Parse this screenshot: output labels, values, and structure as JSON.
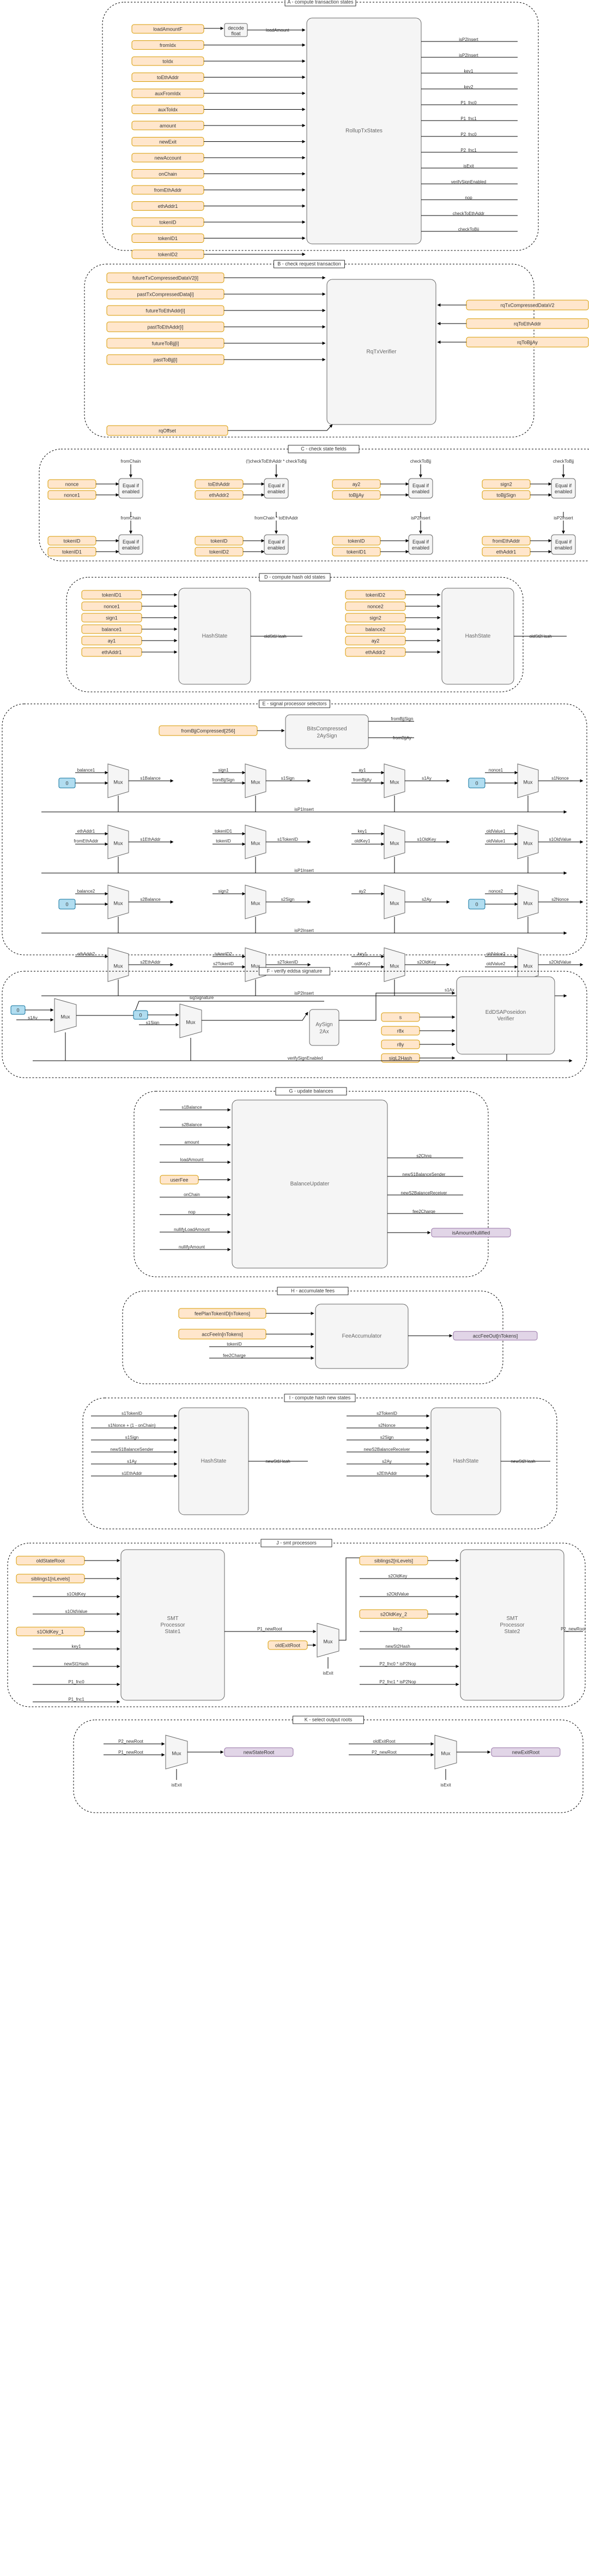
{
  "sections": {
    "A": "A - compute transaction states",
    "B": "B - check request transaction",
    "C": "C - check state fields",
    "D": "D - compute hash old states",
    "E": "E - signal processor selectors",
    "F": "F - verify eddsa signature",
    "G": "G - update balances",
    "H": "H - accumulate fees",
    "I": "I - compute hash new states",
    "J": "J - smt processors",
    "K": "K - select output roots"
  },
  "A": {
    "inputs": [
      "loadAmountF",
      "fromIdx",
      "toIdx",
      "toEthAddr",
      "auxFromIdx",
      "auxToIdx",
      "amount",
      "newExit",
      "newAccount",
      "onChain",
      "fromEthAddr",
      "ethAddr1",
      "tokenID",
      "tokenID1",
      "tokenID2"
    ],
    "decode": "decode float",
    "load_amount_label": "loadAmount",
    "block": "RollupTxStates",
    "outputs": [
      "isP2Insert",
      "isP2Insert",
      "key1",
      "key2",
      "P1_fnc0",
      "P1_fnc1",
      "P2_fnc0",
      "P2_fnc1",
      "isExit",
      "verifySignEnabled",
      "nop",
      "checkToEthAddr",
      "checkToBjj"
    ]
  },
  "B": {
    "inputs_left": [
      "futureTxCompressedDataV2[i]",
      "pastTxCompressedData[i]",
      "futureToEthAddr[i]",
      "pastToEthAddr[i]",
      "futureToBjj[i]",
      "pastToBjj[i]"
    ],
    "inputs_right": [
      "rqTxCompressedDataV2",
      "rqToEthAddr",
      "rqToBjjAy"
    ],
    "block": "RqTxVerifier",
    "rq_offset": "rqOffset"
  },
  "C": {
    "top_labels": [
      "fromChain",
      "(!)checkToEthAddr * checkToBjj",
      "checkToBjj",
      "checkToBjj"
    ],
    "mid_labels": [
      "fromChain",
      "fromChain * toEthAddr",
      "isP2Insert",
      "isP2Insert"
    ],
    "pairs_top": [
      [
        "nonce",
        "nonce1"
      ],
      [
        "toEthAddr",
        "ethAddr2"
      ],
      [
        "ay2",
        "toBjjAy"
      ],
      [
        "sign2",
        "toBjjSign"
      ]
    ],
    "pairs_bottom": [
      [
        "tokenID",
        "tokenID1"
      ],
      [
        "tokenID",
        "tokenID2"
      ],
      [
        "tokenID",
        "tokenID1"
      ],
      [
        "fromEthAddr",
        "ethAddr1"
      ]
    ],
    "block": "Equal if enabled"
  },
  "D": {
    "left_inputs": [
      "tokenID1",
      "nonce1",
      "sign1",
      "balance1",
      "ay1",
      "ethAddr1"
    ],
    "right_inputs": [
      "tokenID2",
      "nonce2",
      "sign2",
      "balance2",
      "ay2",
      "ethAddr2"
    ],
    "block": "HashState",
    "left_out": "oldSt1Hash",
    "right_out": "oldSt2Hash"
  },
  "E": {
    "input_box": "fromBjjCompressed[256]",
    "block": "BitsCompressed 2AySign",
    "block_out_top": "fromBjjSign",
    "block_out_bottom": "fromBjjAy",
    "mux": "Mux",
    "const0": "0",
    "rows": [
      [
        [
          "balance1",
          "s1Balance"
        ],
        [
          "sign1",
          "fromBjjSign",
          "s1Sign"
        ],
        [
          "ay1",
          "fromBjjAy",
          "s1Ay"
        ],
        [
          "nonce1",
          "s1Nonce"
        ]
      ],
      [
        [
          "ethAddr1",
          "fromEthAddr",
          "s1EthAddr"
        ],
        [
          "tokenID1",
          "tokenID",
          "s1TokenID"
        ],
        [
          "key1",
          "oldKey1",
          "s1OldKey"
        ],
        [
          "oldValue1",
          "oldValue1",
          "s1OldValue"
        ]
      ],
      [
        [
          "balance2",
          "s2Balance"
        ],
        [
          "sign2",
          "s2Sign"
        ],
        [
          "ay2",
          "s2Ay"
        ],
        [
          "nonce2",
          "s2Nonce"
        ]
      ],
      [
        [
          "ethAddr2",
          "s2EthAddr"
        ],
        [
          "tokenID2",
          "s2TokenID",
          "s2TokenID"
        ],
        [
          "key1",
          "oldKey2",
          "s2OldKey"
        ],
        [
          "oldValue2",
          "oldValue2",
          "s2OldValue"
        ]
      ]
    ],
    "row_selectors": [
      "isP1Insert",
      "isP1Insert",
      "isP2Insert",
      "isP2Insert"
    ]
  },
  "F": {
    "sig_label": "sigSignature",
    "s1ay": "s1Ay",
    "s1sign": "s1Sign",
    "selector": "verifySignEnabled",
    "block": "AySign 2Ax",
    "inputs": [
      "s",
      "r8x",
      "r8y",
      "sigL2Hash"
    ],
    "block2": "EdDSAPoseidon Verifier",
    "const0": "0",
    "mux": "Mux"
  },
  "G": {
    "inputs": [
      "s1Balance",
      "s2Balance",
      "amount",
      "loadAmount",
      "userFee",
      "onChain",
      "nop",
      "nullifyLoadAmount",
      "nullifyAmount"
    ],
    "block": "BalanceUpdater",
    "outputs": [
      "s2Chng",
      "newS1BalanceSender",
      "newS2BalanceReceiver",
      "fee2Charge"
    ],
    "out_box": "isAmountNullified"
  },
  "H": {
    "inputs": [
      "feePlanTokenID[nTokens]",
      "accFeeIn[nTokens]",
      "tokenID",
      "fee2Charge"
    ],
    "block": "FeeAccumulator",
    "out_box": "accFeeOut[nTokens]"
  },
  "I": {
    "left_inputs": [
      "s1TokenID",
      "s1Nonce + (1 - onChain)",
      "s1Sign",
      "newS1BalanceSender",
      "s1Ay",
      "s1EthAddr"
    ],
    "right_inputs": [
      "s2TokenID",
      "s2Nonce",
      "s2Sign",
      "newS2BalanceReceiver",
      "s2Ay",
      "s2EthAddr"
    ],
    "block": "HashState",
    "left_out": "newSt1Hash",
    "right_out": "newSt2Hash"
  },
  "J": {
    "left_inputs": [
      "oldStateRoot",
      "siblings1[nLevels]",
      "s1OldKey",
      "s1OldValue",
      "s1OldKey_1",
      "key1",
      "newSt1Hash",
      "P1_fnc0",
      "P1_fnc1"
    ],
    "right_inputs": [
      "siblings2[nLevels]",
      "s2OldKey",
      "s2OldValue",
      "s2OldKey_2",
      "key2",
      "newSt2Hash",
      "P2_fnc0 * isP2Nop",
      "P2_fnc1 * isP2Nop"
    ],
    "block1": "SMT Processor State1",
    "block2": "SMT Processor State2",
    "p1_out": "P1_newRoot",
    "p2_out": "P2_newRoot",
    "mux": "Mux",
    "old_exit": "oldExitRoot",
    "isExit": "isExit"
  },
  "K": {
    "left_inputs": [
      "P2_newRoot",
      "P1_newRoot"
    ],
    "right_inputs": [
      "oldExitRoot",
      "P2_newRoot"
    ],
    "left_out": "newStateRoot",
    "right_out": "newExitRoot",
    "mux": "Mux",
    "isExit": "isExit"
  }
}
